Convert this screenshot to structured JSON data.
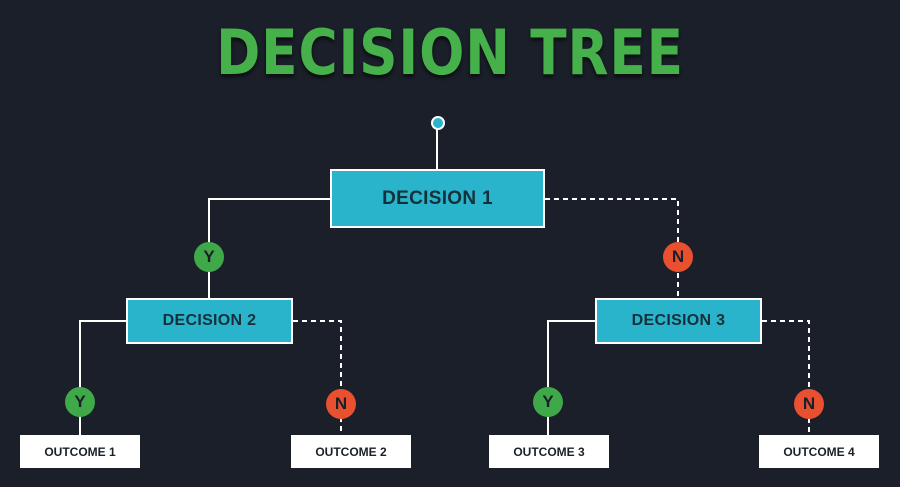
{
  "title": "DECISION TREE",
  "decisions": {
    "d1": "DECISION 1",
    "d2": "DECISION 2",
    "d3": "DECISION 3"
  },
  "outcomes": {
    "o1": "OUTCOME 1",
    "o2": "OUTCOME 2",
    "o3": "OUTCOME 3",
    "o4": "OUTCOME 4"
  },
  "badges": {
    "yes": "Y",
    "no": "N"
  },
  "colors": {
    "background": "#1a1f29",
    "title": "#46b04a",
    "decision_fill": "#29b4cc",
    "yes_badge": "#3fa849",
    "no_badge": "#e8502f",
    "outcome_fill": "#ffffff",
    "connector": "#ffffff"
  }
}
